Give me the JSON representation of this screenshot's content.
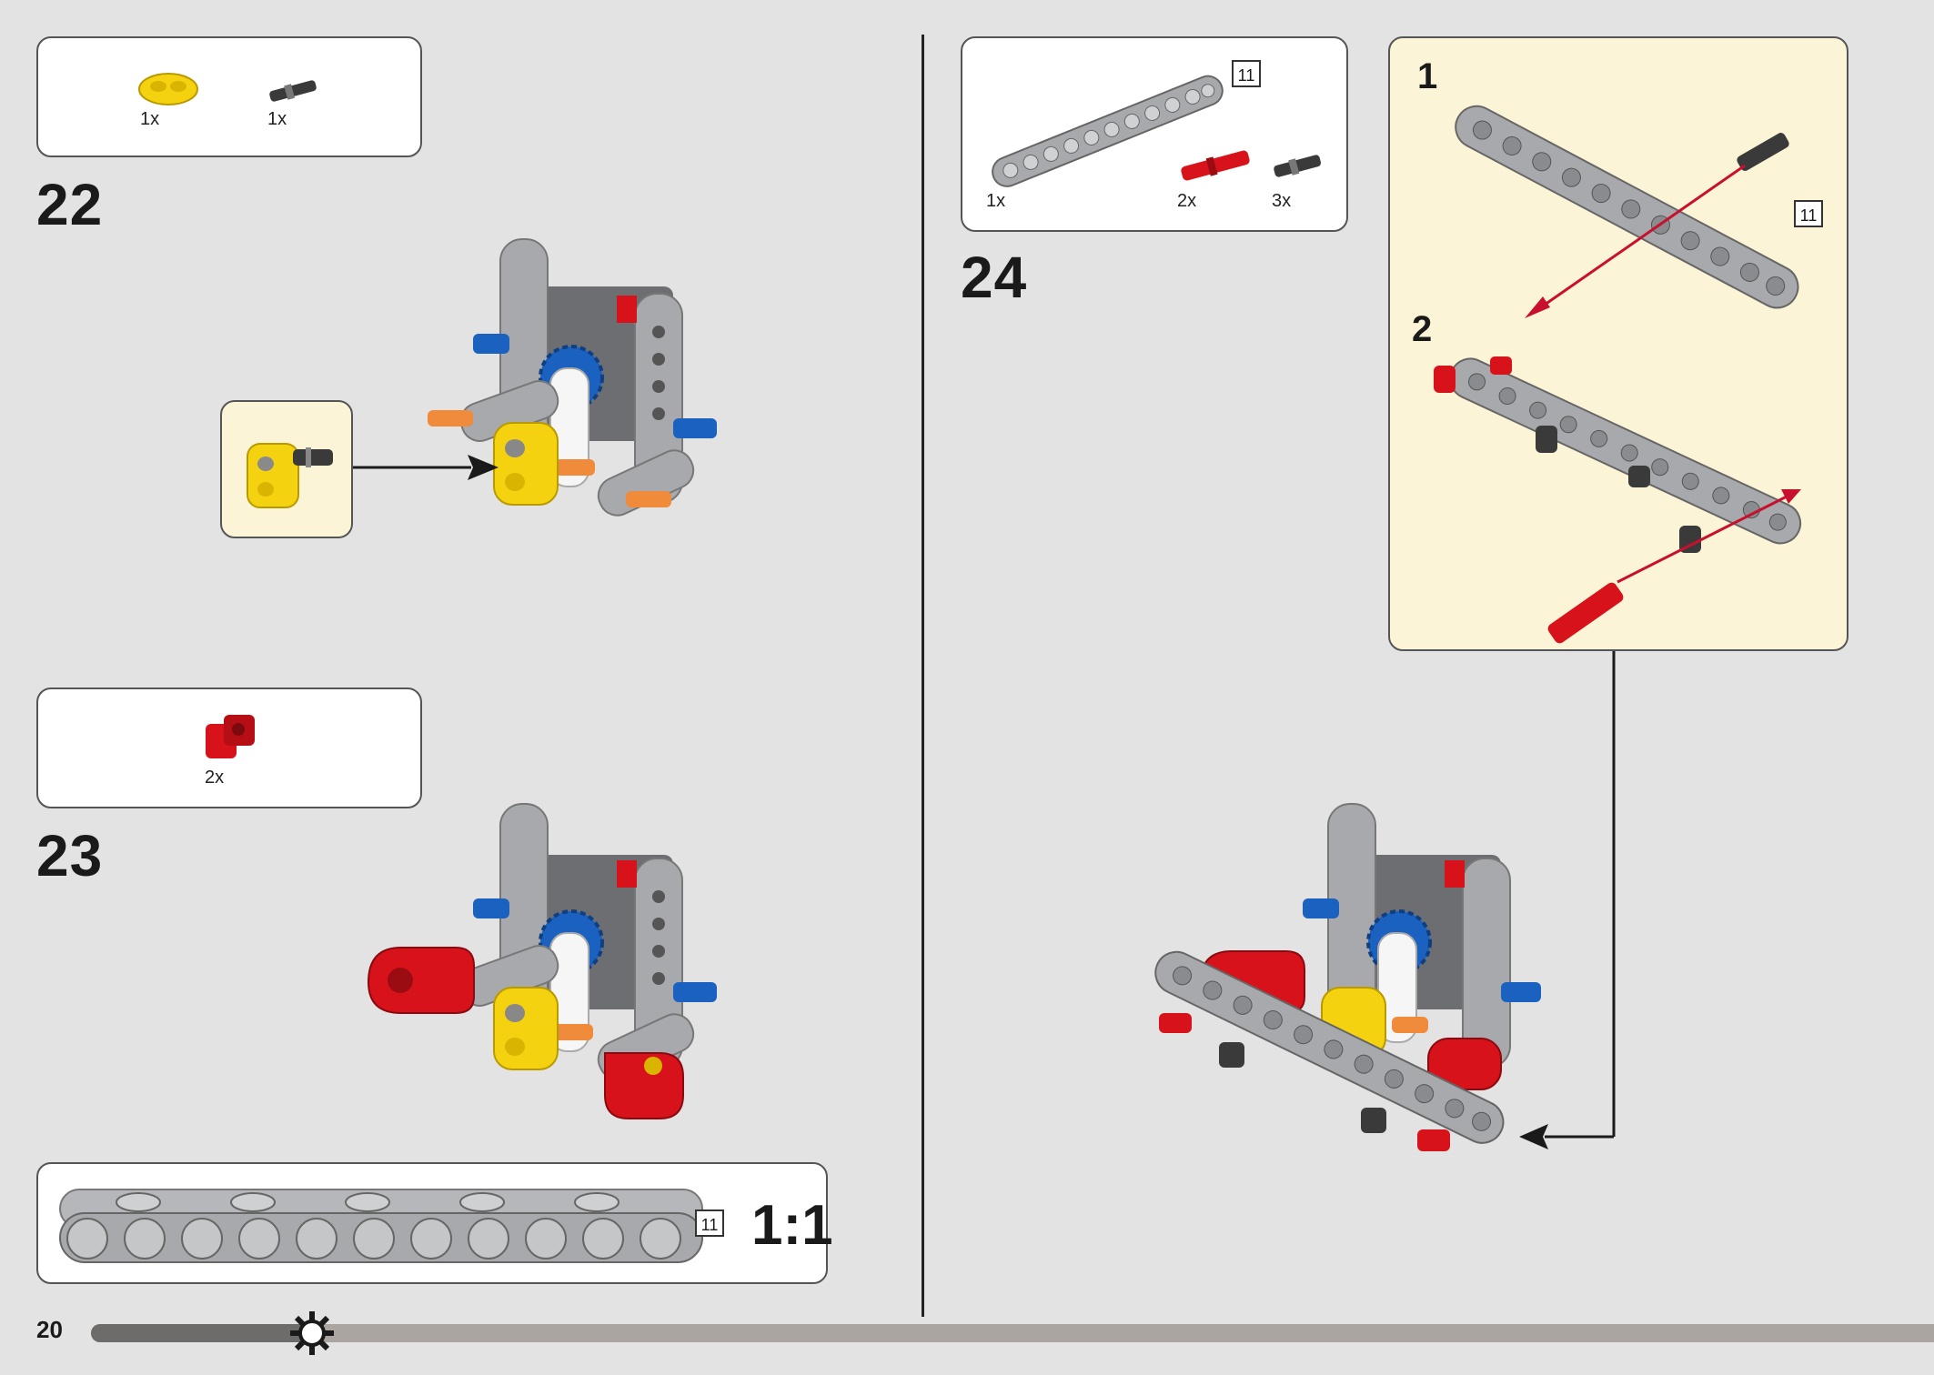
{
  "page_number": "20",
  "progress": 0.12,
  "colors": {
    "background": "#e3e3e3",
    "callout_bg": "#fcf4d7",
    "beam_gray": "#a7a9ac",
    "red": "#d8121a",
    "yellow": "#f5d20f",
    "blue": "#1b62c0",
    "orange": "#ef8b3b",
    "arrow_red": "#c8102e"
  },
  "step22": {
    "number": "22",
    "parts": [
      {
        "icon": "yellow-connector-icon",
        "qty": "1x"
      },
      {
        "icon": "black-pin-icon",
        "qty": "1x"
      }
    ]
  },
  "step23": {
    "number": "23",
    "parts": [
      {
        "icon": "red-angle-connector-icon",
        "qty": "2x"
      }
    ]
  },
  "step24": {
    "number": "24",
    "parts": [
      {
        "icon": "gray-beam-11-icon",
        "qty": "1x",
        "badge": "11"
      },
      {
        "icon": "red-axle-pin-icon",
        "qty": "2x"
      },
      {
        "icon": "black-pin-icon",
        "qty": "3x"
      }
    ],
    "callout": {
      "substeps": [
        "1",
        "2"
      ],
      "badge": "11"
    }
  },
  "scale_ruler": {
    "badge": "11",
    "ratio": "1:1"
  }
}
